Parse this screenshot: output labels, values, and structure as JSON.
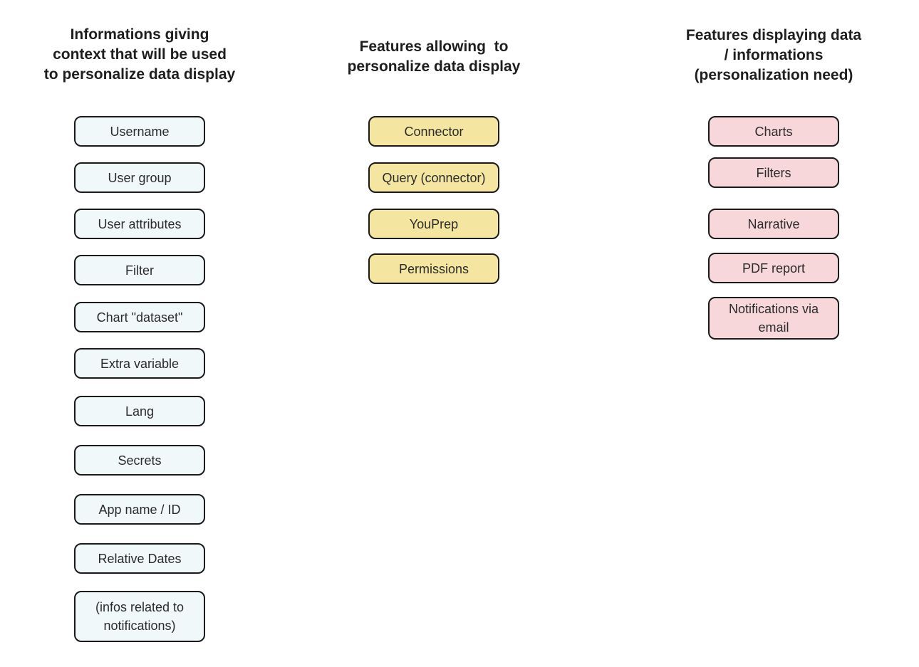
{
  "diagram": {
    "columns": [
      {
        "title": "Informations giving\ncontext that will be used\nto personalize data display",
        "fill_color": "#f0f8fa",
        "items": [
          "Username",
          "User group",
          "User attributes",
          "Filter",
          "Chart \"dataset\"",
          "Extra variable",
          "Lang",
          "Secrets",
          "App name / ID",
          "Relative Dates",
          "(infos related to notifications)"
        ]
      },
      {
        "title": "Features allowing  to\npersonalize data display",
        "fill_color": "#f4e5a1",
        "items": [
          "Connector",
          "Query (connector)",
          "YouPrep",
          "Permissions"
        ]
      },
      {
        "title": "Features displaying data\n/ informations\n(personalization need)",
        "fill_color": "#f8d7da",
        "items": [
          "Charts",
          "Filters",
          "Narrative",
          "PDF report",
          "Notifications via email"
        ]
      }
    ],
    "colors": {
      "background": "#ffffff",
      "node_border": "#1a1a1a",
      "node_text": "#2b2b2b",
      "title_text": "#1e1e1e",
      "context_fill": "#f0f8fa",
      "allow_fill": "#f4e5a1",
      "display_fill": "#f8d7da"
    }
  }
}
